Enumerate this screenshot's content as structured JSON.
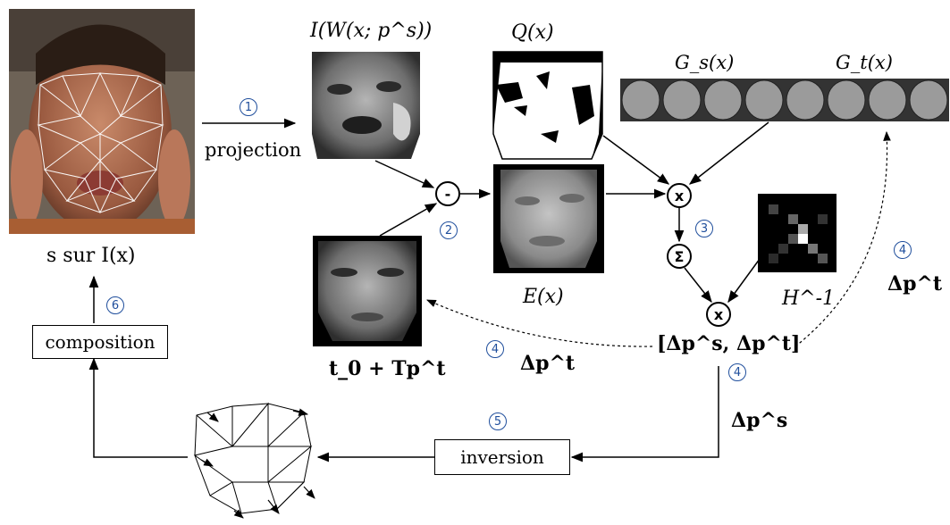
{
  "labels": {
    "warp_image": "I(W(x; p^s))",
    "q_map": "Q(x)",
    "gs": "G_s(x)",
    "gt": "G_t(x)",
    "s_sur": "s sur I(x)",
    "projection": "projection",
    "error_image": "E(x)",
    "hessian": "H^-1",
    "texture_model": "t_0 + Tp^t",
    "delta_pt_left": "Δp^t",
    "delta_pt_right": "Δp^t",
    "delta_ps": "Δp^s",
    "delta_pair": "[Δp^s, Δp^t]"
  },
  "boxes": {
    "composition": "composition",
    "inversion": "inversion"
  },
  "operators": {
    "minus": "-",
    "times": "x",
    "sum": "Σ"
  },
  "steps": {
    "s1": "1",
    "s2": "2",
    "s3": "3",
    "s4a": "4",
    "s4b": "4",
    "s4c": "4",
    "s5": "5",
    "s6": "6"
  },
  "colors": {
    "step_circle": "#1f4e9c",
    "line": "#000000"
  }
}
